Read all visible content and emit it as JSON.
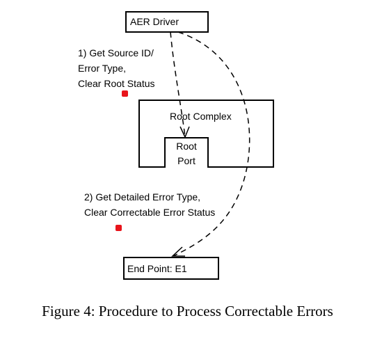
{
  "diagram": {
    "nodes": {
      "aer_driver": {
        "label": "AER Driver"
      },
      "root_complex": {
        "label": "Root Complex"
      },
      "root_port": {
        "line1": "Root",
        "line2": "Port"
      },
      "end_point": {
        "label": "End Point: E1"
      }
    },
    "steps": [
      {
        "lines": [
          "1) Get Source ID/",
          "Error Type,",
          "Clear Root Status"
        ]
      },
      {
        "lines": [
          "2) Get Detailed Error Type,",
          "Clear Correctable Error Status"
        ]
      }
    ],
    "edges": [
      {
        "from": "aer_driver",
        "to": "root_port",
        "style": "dashed",
        "arrow": "end"
      },
      {
        "from": "aer_driver",
        "to": "end_point",
        "style": "dashed",
        "arrow": "end"
      }
    ],
    "marker_color": "#e8141b"
  },
  "caption": "Figure 4: Procedure to Process Correctable Errors"
}
